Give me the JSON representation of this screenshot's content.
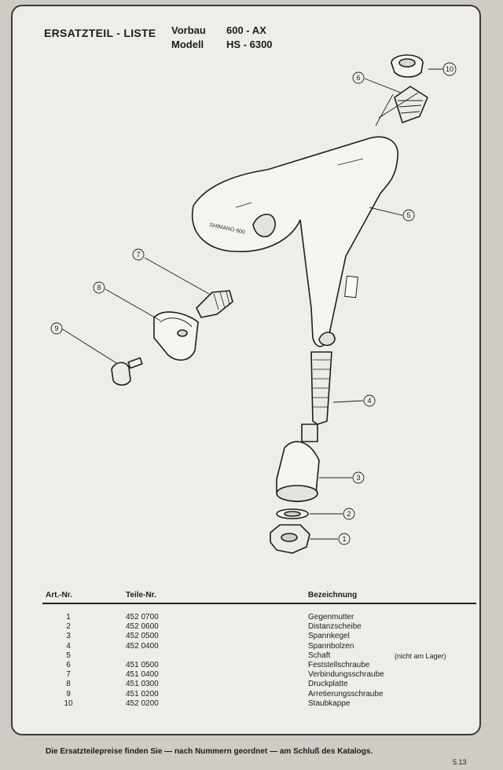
{
  "header": {
    "title": "ERSATZTEIL - LISTE",
    "vorbau_label": "Vorbau",
    "vorbau_value": "600 - AX",
    "modell_label": "Modell",
    "modell_value": "HS - 6300"
  },
  "drawing": {
    "stem_stamp": "SHIMANO 600",
    "callouts": [
      "1",
      "2",
      "3",
      "4",
      "5",
      "6",
      "7",
      "8",
      "9",
      "10"
    ]
  },
  "table": {
    "headers": {
      "art_nr": "Art.-Nr.",
      "teile_nr": "Teile-Nr.",
      "bezeichnung": "Bezeichnung"
    },
    "rows": [
      {
        "art_nr": "1",
        "teile_nr": "452 0700",
        "bezeichnung": "Gegenmutter"
      },
      {
        "art_nr": "2",
        "teile_nr": "452 0600",
        "bezeichnung": "Distanzscheibe"
      },
      {
        "art_nr": "3",
        "teile_nr": "452 0500",
        "bezeichnung": "Spannkegel"
      },
      {
        "art_nr": "4",
        "teile_nr": "452 0400",
        "bezeichnung": "Spannbolzen"
      },
      {
        "art_nr": "5",
        "teile_nr": "",
        "bezeichnung": "Schaft"
      },
      {
        "art_nr": "6",
        "teile_nr": "451 0500",
        "bezeichnung": "Feststellschraube"
      },
      {
        "art_nr": "7",
        "teile_nr": "451 0400",
        "bezeichnung": "Verbindungsschraube"
      },
      {
        "art_nr": "8",
        "teile_nr": "451 0300",
        "bezeichnung": "Druckplatte"
      },
      {
        "art_nr": "9",
        "teile_nr": "451 0200",
        "bezeichnung": "Arretierungsschraube"
      },
      {
        "art_nr": "10",
        "teile_nr": "452 0200",
        "bezeichnung": "Staubkappe"
      }
    ],
    "note": "(nicht am Lager)"
  },
  "footer": {
    "note": "Die Ersatzteilepreise finden Sie — nach Nummern geordnet — am Schluß des Katalogs.",
    "page_number": "5.13"
  },
  "colors": {
    "paper": "#efede9",
    "ink": "#1c1c1c",
    "background": "#cfccc6"
  }
}
